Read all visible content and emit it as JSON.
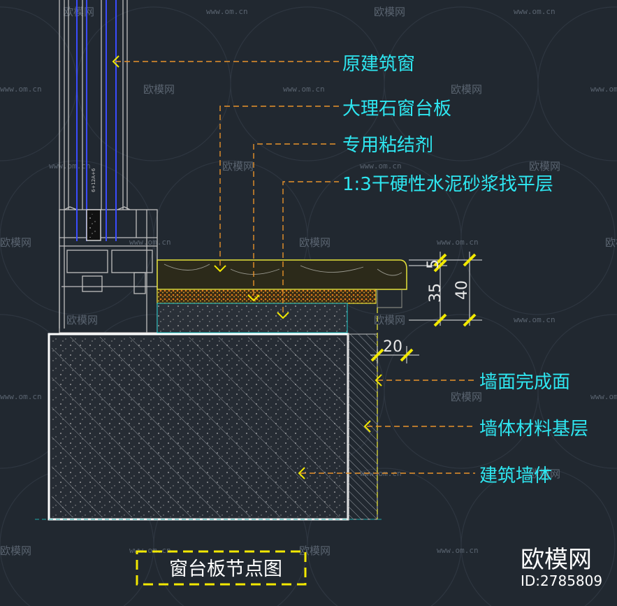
{
  "diagram": {
    "callouts": {
      "original_window": "原建筑窗",
      "marble_sill": "大理石窗台板",
      "adhesive": "专用粘结剂",
      "mortar_layer": "1:3干硬性水泥砂浆找平层",
      "wall_finish": "墙面完成面",
      "wall_base": "墙体材料基层",
      "building_wall": "建筑墙体"
    },
    "dimensions": {
      "d5": "5",
      "d35": "35",
      "d40": "40",
      "d20": "20"
    },
    "title": "窗台板节点图",
    "profile_label": "6+12A+6",
    "colors": {
      "background": "#212830",
      "callout_text": "#2ee6f0",
      "leader": "#e8922a",
      "marble": "#e5e23a",
      "concrete": "#c8c8c8",
      "frame": "#bfbfbf",
      "glass": "#3a4cff",
      "dim_tick": "#f2e800",
      "title_frame": "#f2e800"
    }
  },
  "watermark": {
    "brand": "欧模网",
    "url": "www.om.cn",
    "corner_brand": "欧模网",
    "corner_id": "ID:2785809"
  }
}
